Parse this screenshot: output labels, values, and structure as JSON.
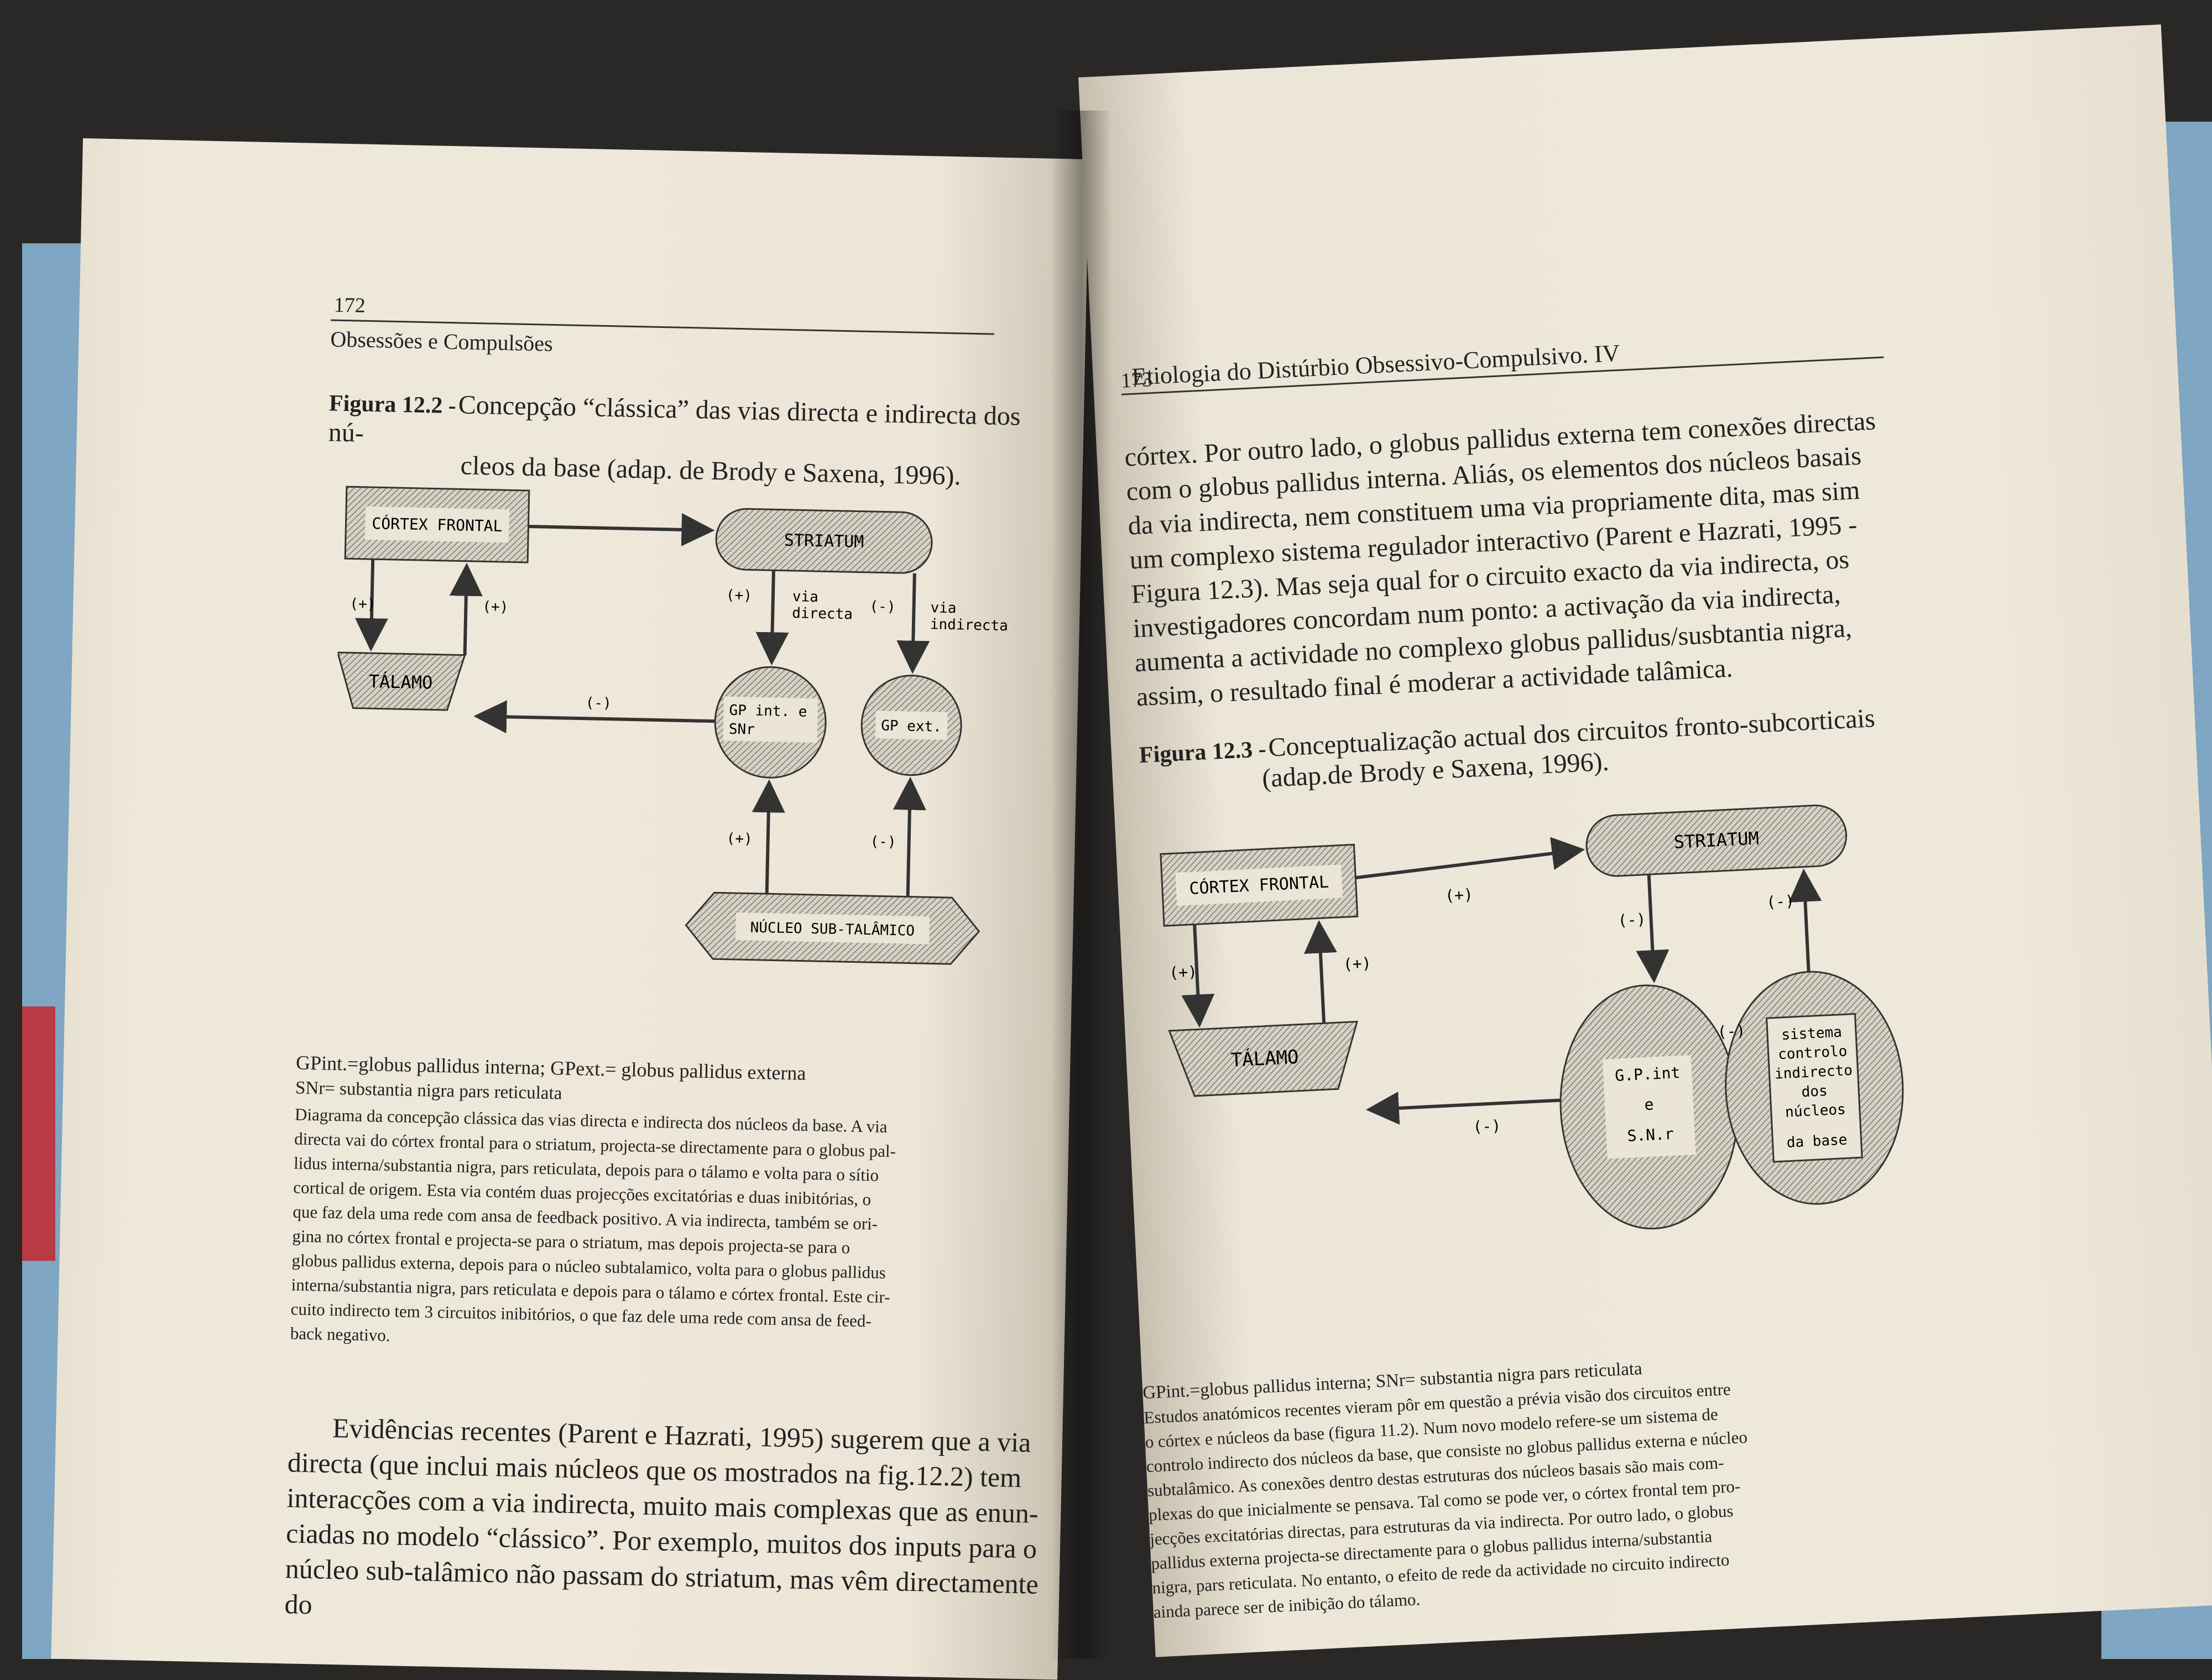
{
  "left": {
    "page_number": "172",
    "running_head": "Obsessões e Compulsões",
    "figure_label": "Figura 12.2 -",
    "figure_title_1": "Concepção “clássica” das vias directa e indirecta dos nú-",
    "figure_title_2": "cleos da base (adap. de Brody e Saxena, 1996).",
    "diagram": {
      "cortex": "CÓRTEX FRONTAL",
      "striatum": "STRIATUM",
      "talamo": "TÁLAMO",
      "gp_int_1": "GP int. e",
      "gp_int_2": "SNr",
      "gp_ext": "GP ext.",
      "nucleo": "NÚCLEO SUB-TALÂMICO",
      "via_directa_1": "via",
      "via_directa_2": "directa",
      "via_indirecta_1": "via",
      "via_indirecta_2": "indirecta",
      "plus": "(+)",
      "minus": "(-)"
    },
    "legend_1": "GPint.=globus pallidus interna; GPext.= globus pallidus externa",
    "legend_2": "SNr= substantia nigra pars reticulata",
    "description": [
      "Diagrama da concepção clássica das vias directa e indirecta dos núcleos da base. A via",
      "directa vai do córtex frontal para o striatum, projecta-se directamente para o globus pal-",
      "lidus interna/substantia nigra, pars reticulata, depois para o tálamo e volta para o sítio",
      "cortical de origem. Esta via contém duas projecções excitatórias e duas inibitórias, o",
      "que faz dela uma rede com ansa de feedback positivo. A via indirecta, também se ori-",
      "gina no córtex frontal e projecta-se para o striatum, mas depois projecta-se para o",
      "globus pallidus externa, depois para o núcleo subtalamico, volta para o globus pallidus",
      "interna/substantia nigra, pars reticulata e depois para o tálamo e córtex frontal. Este cir-",
      "cuito indirecto tem 3 circuitos inibitórios, o que faz dele uma rede com ansa de feed-",
      "back negativo."
    ],
    "body": [
      "Evidências recentes (Parent e Hazrati, 1995) sugerem que a via",
      "directa (que inclui mais núcleos que os mostrados na fig.12.2) tem",
      "interacções com a via indirecta, muito mais complexas que as enun-",
      "ciadas no modelo “clássico”. Por exemplo, muitos dos inputs para o",
      "núcleo sub-talâmico não passam do striatum, mas vêm directamente do"
    ]
  },
  "right": {
    "page_number": "173",
    "running_head": "Etiologia do Distúrbio Obsessivo-Compulsivo. IV",
    "body": [
      "córtex. Por outro lado, o globus pallidus externa tem conexões directas",
      "com o globus pallidus interna. Aliás, os elementos dos núcleos basais",
      "da via indirecta, nem constituem uma via propriamente dita, mas sim",
      "um complexo sistema regulador interactivo (Parent e Hazrati, 1995 -",
      "Figura 12.3). Mas seja qual for o circuito exacto da via indirecta, os",
      "investigadores concordam num ponto: a activação da via indirecta,",
      "aumenta a actividade no complexo globus pallidus/susbtantia nigra,",
      "assim, o resultado final é moderar a actividade talâmica."
    ],
    "figure_label": "Figura 12.3 -",
    "figure_title_1": "Conceptualização actual dos circuitos fronto-subcorticais",
    "figure_title_2": "(adap.de Brody e Saxena, 1996).",
    "diagram": {
      "cortex": "CÓRTEX FRONTAL",
      "striatum": "STRIATUM",
      "talamo": "TÁLAMO",
      "gp_1": "G.P.int",
      "gp_2": "e",
      "gp_3": "S.N.r",
      "sis_1": "sistema",
      "sis_2": "controlo",
      "sis_3": "indirecto",
      "sis_4": "dos",
      "sis_5": "núcleos",
      "sis_6": "da base",
      "plus": "(+)",
      "minus": "(-)"
    },
    "legend_1": "GPint.=globus pallidus interna; SNr= substantia nigra pars reticulata",
    "description": [
      "Estudos anatómicos recentes vieram pôr em questão a prévia visão dos circuitos entre",
      "o córtex e núcleos da base (figura 11.2). Num novo modelo refere-se um sistema de",
      "controlo indirecto dos núcleos da base, que consiste no globus pallidus externa e núcleo",
      "subtalâmico. As conexões dentro destas estruturas dos núcleos basais são mais com-",
      "plexas do que inicialmente se pensava. Tal como se pode ver, o córtex frontal tem pro-",
      "jecções excitatórias directas, para estruturas da via indirecta. Por outro lado, o globus",
      "pallidus externa projecta-se directamente para o globus pallidus interna/substantia",
      "nigra, pars reticulata. No entanto, o efeito de rede da actividade no circuito indirecto",
      "ainda parece ser de inibição do tálamo."
    ]
  }
}
